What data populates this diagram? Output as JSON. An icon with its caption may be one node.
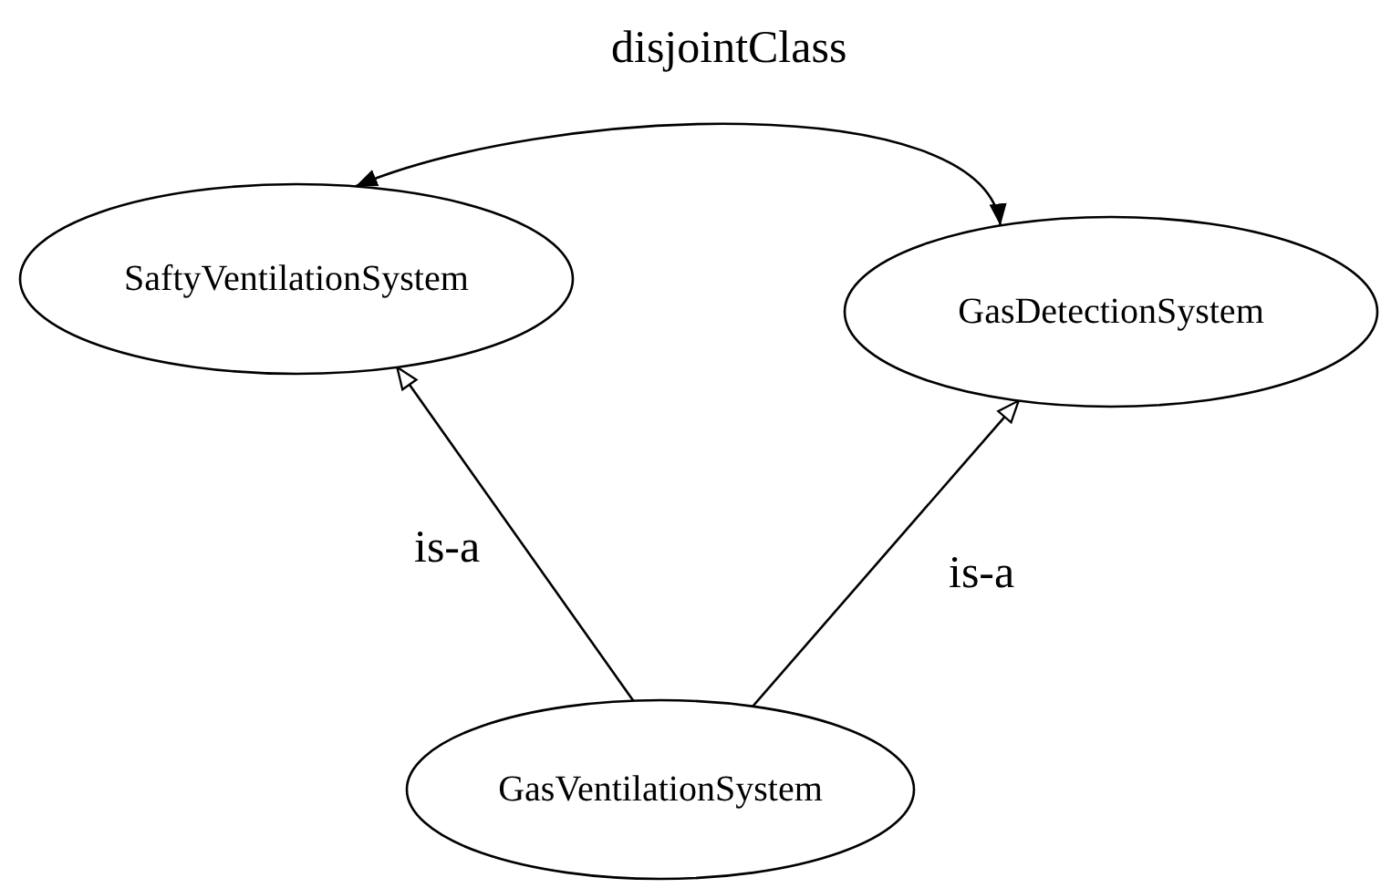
{
  "diagram": {
    "nodes": [
      {
        "text": [
          "SaftyVentilationSystem"
        ]
      },
      {
        "text": [
          "GasDetectionSystem"
        ]
      },
      {
        "text": [
          "GasVentilationSystem"
        ]
      }
    ],
    "edges": [
      {
        "from": 0,
        "to": 1,
        "arrow": "both",
        "label": "disjointClass"
      },
      {
        "from": 2,
        "to": 0,
        "arrow": "to",
        "label": "is-a"
      },
      {
        "from": 2,
        "to": 1,
        "arrow": "to",
        "label": "is-a"
      }
    ]
  }
}
